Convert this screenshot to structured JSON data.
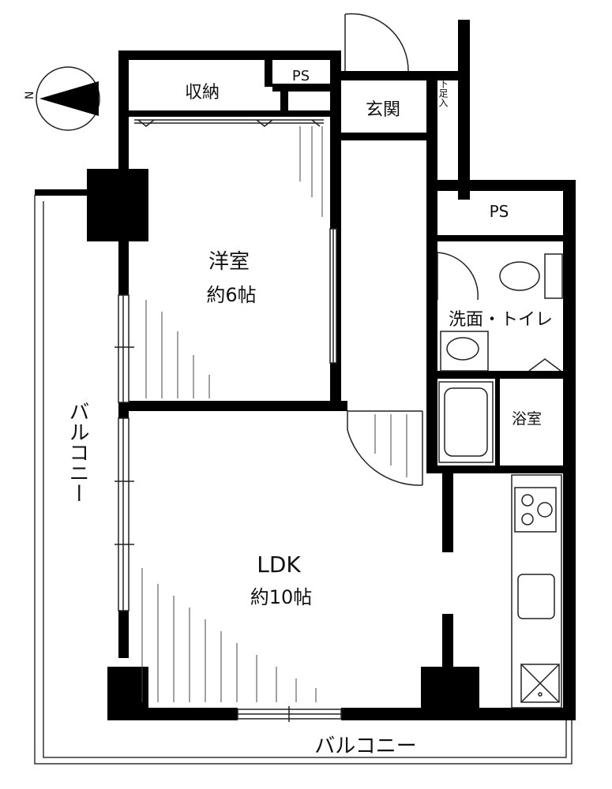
{
  "compass": {
    "north_label": "N"
  },
  "rooms": {
    "storage": "収納",
    "ps_top": "PS",
    "entrance": "玄関",
    "shoe_box": "下足入",
    "western_room": {
      "name": "洋室",
      "size": "約6帖"
    },
    "ps_right": "PS",
    "washroom_toilet": "洗面・トイレ",
    "bathroom": "浴室",
    "ldk": {
      "name": "LDK",
      "size": "約10帖"
    },
    "balcony_left": "バルコニー",
    "balcony_bottom": "バルコニー"
  },
  "colors": {
    "wall": "#000000",
    "thin_line": "#222222",
    "background": "#ffffff"
  }
}
